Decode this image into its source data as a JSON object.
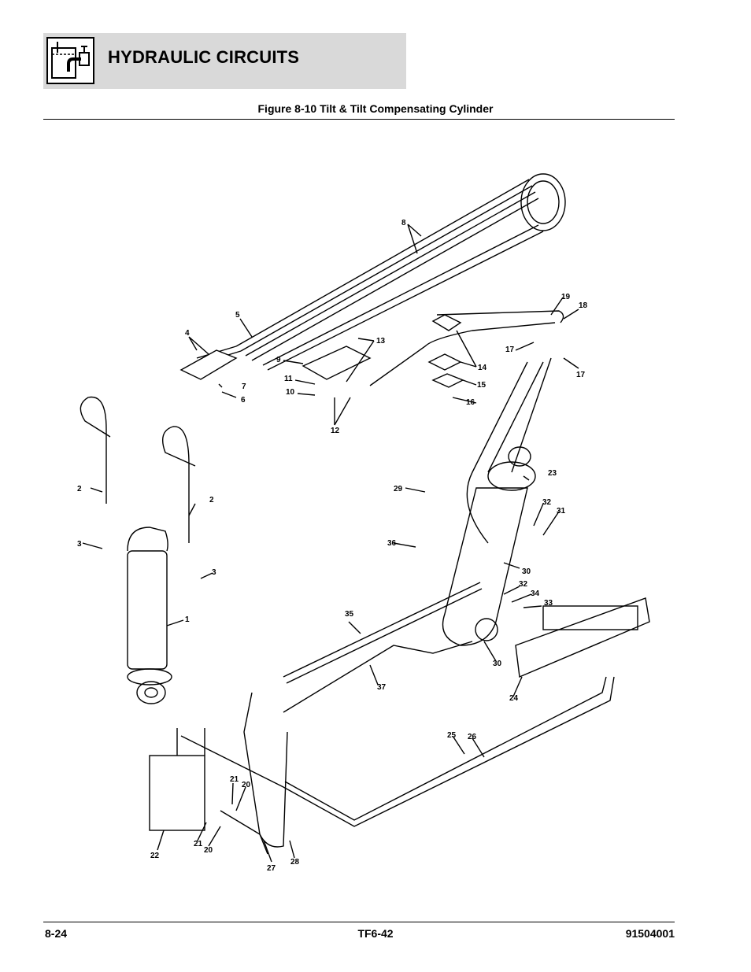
{
  "header": {
    "section_title": "HYDRAULIC CIRCUITS",
    "icon": "hydraulic-reservoir-icon"
  },
  "figure": {
    "caption": "Figure 8-10 Tilt & Tilt Compensating Cylinder"
  },
  "callouts": {
    "c1": "1",
    "c2a": "2",
    "c2b": "2",
    "c3a": "3",
    "c3b": "3",
    "c4": "4",
    "c5": "5",
    "c6": "6",
    "c7": "7",
    "c8": "8",
    "c9": "9",
    "c10": "10",
    "c11": "11",
    "c12": "12",
    "c13": "13",
    "c14": "14",
    "c15": "15",
    "c16": "16",
    "c17a": "17",
    "c17b": "17",
    "c18": "18",
    "c19": "19",
    "c20a": "20",
    "c20b": "20",
    "c21a": "21",
    "c21b": "21",
    "c22": "22",
    "c23": "23",
    "c24": "24",
    "c25": "25",
    "c26": "26",
    "c27": "27",
    "c28": "28",
    "c29": "29",
    "c30a": "30",
    "c30b": "30",
    "c31": "31",
    "c32a": "32",
    "c32b": "32",
    "c33": "33",
    "c34": "34",
    "c35": "35",
    "c36": "36",
    "c37": "37"
  },
  "footer": {
    "page_number": "8-24",
    "model": "TF6-42",
    "document_number": "91504001"
  }
}
